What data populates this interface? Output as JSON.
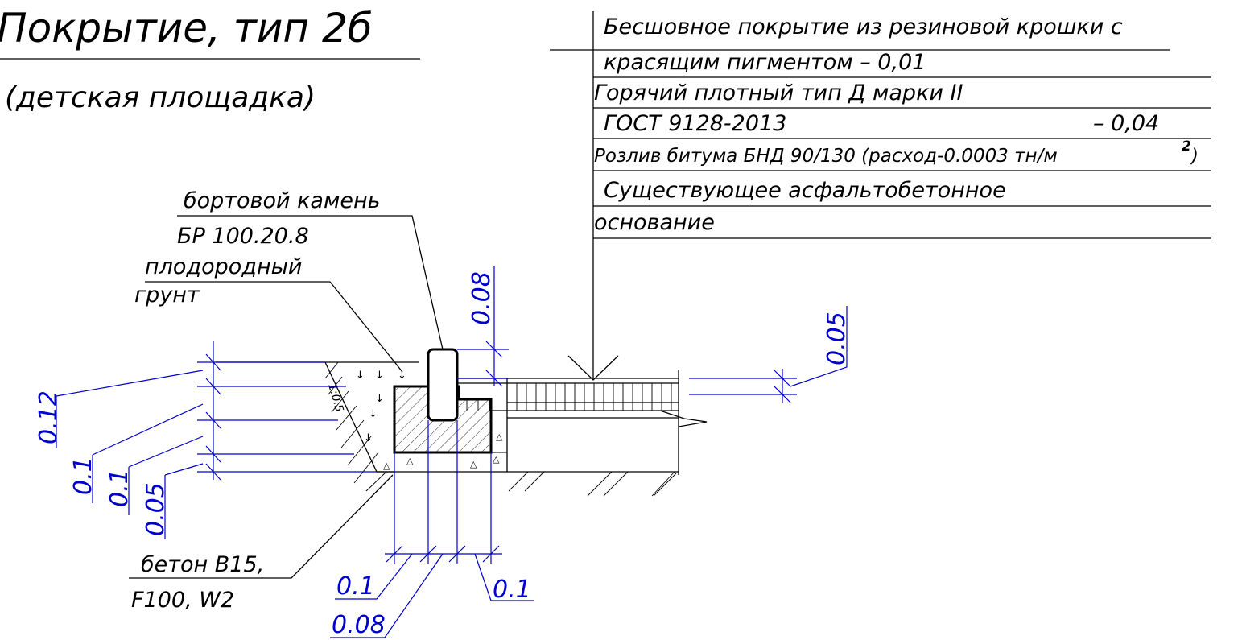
{
  "title": "Покрытие, тип 2б",
  "subtitle": "(детская площадка)",
  "layers": [
    "Бесшовное покрытие из резиновой крошки с",
    "красящим пигментом – 0,01",
    "Горячий плотный тип Д марки II",
    "ГОСТ  9128-2013",
    "– 0,04",
    "Розлив битума БНД 90/130 (расход-0.0003 тн/м",
    "2",
    ")",
    "Существующее асфальтобетонное",
    "основание"
  ],
  "callouts": {
    "curb_line1": "бортовой камень",
    "curb_line2": "БР 100.20.8",
    "soil_line1": "плодородный",
    "soil_line2": "грунт",
    "concrete_line1": "бетон В15,",
    "concrete_line2": "F100, W2",
    "slope": "1:0.5"
  },
  "dimensions": {
    "d_left_012": "0.12",
    "d_left_01a": "0.1",
    "d_left_01b": "0.1",
    "d_left_005": "0.05",
    "d_curb_008": "0.08",
    "d_right_005": "0.05",
    "d_bot_01a": "0.1",
    "d_bot_01b": "0.1",
    "d_bot_008": "0.08"
  },
  "colors": {
    "linework": "#000000",
    "dimensions": "#0000cc",
    "background": "#ffffff"
  }
}
